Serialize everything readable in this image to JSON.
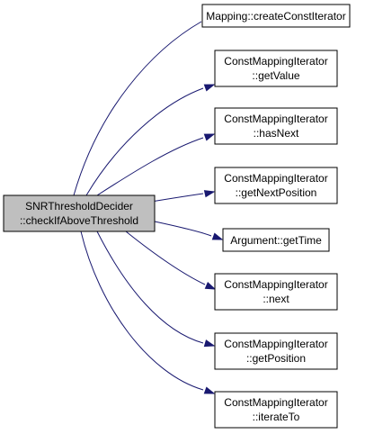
{
  "graph": {
    "caller": {
      "lines": [
        "SNRThresholdDecider",
        "::checkIfAboveThreshold"
      ]
    },
    "callees": [
      {
        "lines": [
          "Mapping::createConstIterator"
        ]
      },
      {
        "lines": [
          "ConstMappingIterator",
          "::getValue"
        ]
      },
      {
        "lines": [
          "ConstMappingIterator",
          "::hasNext"
        ]
      },
      {
        "lines": [
          "ConstMappingIterator",
          "::getNextPosition"
        ]
      },
      {
        "lines": [
          "Argument::getTime"
        ]
      },
      {
        "lines": [
          "ConstMappingIterator",
          "::next"
        ]
      },
      {
        "lines": [
          "ConstMappingIterator",
          "::getPosition"
        ]
      },
      {
        "lines": [
          "ConstMappingIterator",
          "::iterateTo"
        ]
      }
    ],
    "colors": {
      "edge": "#191970",
      "caller_fill": "#bfbfbf",
      "node_fill": "#ffffff",
      "border": "#000000"
    }
  }
}
